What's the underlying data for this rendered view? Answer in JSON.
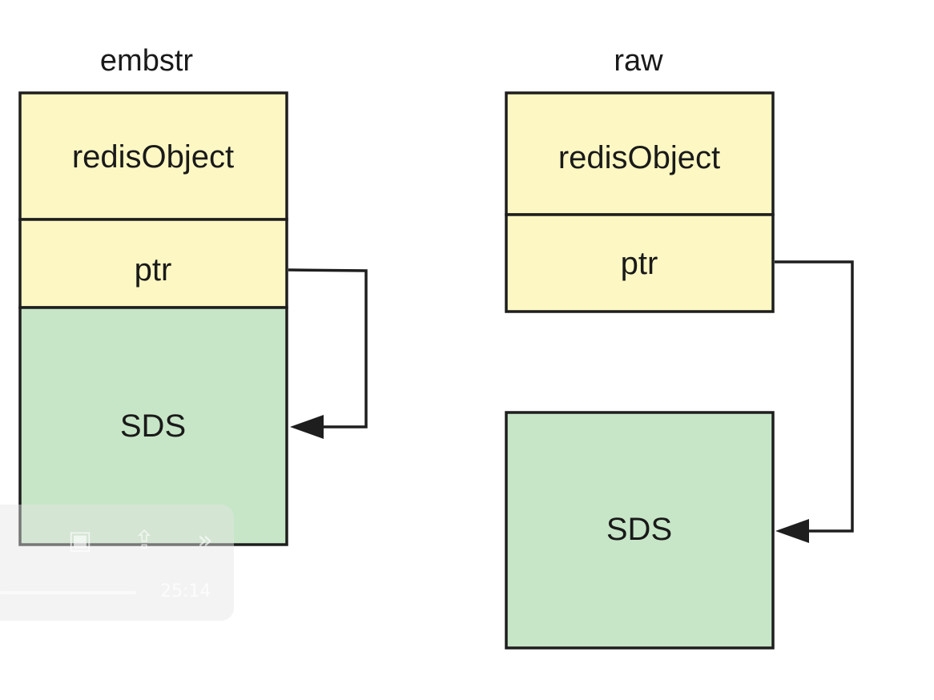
{
  "embstr": {
    "title": "embstr",
    "redis_object": "redisObject",
    "ptr": "ptr",
    "sds": "SDS"
  },
  "raw": {
    "title": "raw",
    "redis_object": "redisObject",
    "ptr": "ptr",
    "sds": "SDS"
  },
  "player": {
    "time": "25:14",
    "icons": [
      "picture-in-picture-icon",
      "share-icon",
      "fast-forward-icon"
    ]
  },
  "colors": {
    "object_fill": "#fdf8c3",
    "sds_fill": "#c7e6c7",
    "stroke": "#1e1e1e"
  }
}
